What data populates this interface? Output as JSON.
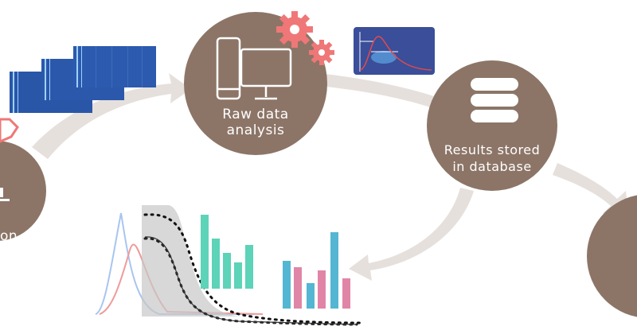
{
  "nodes": {
    "raw_data_analysis": {
      "line1": "Raw data",
      "line2": "analysis"
    },
    "results_stored": {
      "line1": "Results stored",
      "line2": "in database"
    },
    "left_partial": {
      "text": "on"
    }
  },
  "colors": {
    "node_fill": "#8c7567",
    "arrow_fill": "#e6e0dd",
    "gear_fill": "#f07777",
    "spectrogram_blue": "#2a56a8",
    "peak_panel": "#3a4e9a",
    "bar_teal": "#5dd3b8",
    "bar_pink": "#e185a7",
    "bar_blue": "#54b6d2",
    "curve_pink": "#ef9a9a",
    "curve_blue": "#a9c5ef"
  },
  "icons": [
    "devices-icon",
    "gear-icon",
    "database-icon",
    "spectrogram-thumbnail",
    "peak-fit-thumbnail"
  ]
}
